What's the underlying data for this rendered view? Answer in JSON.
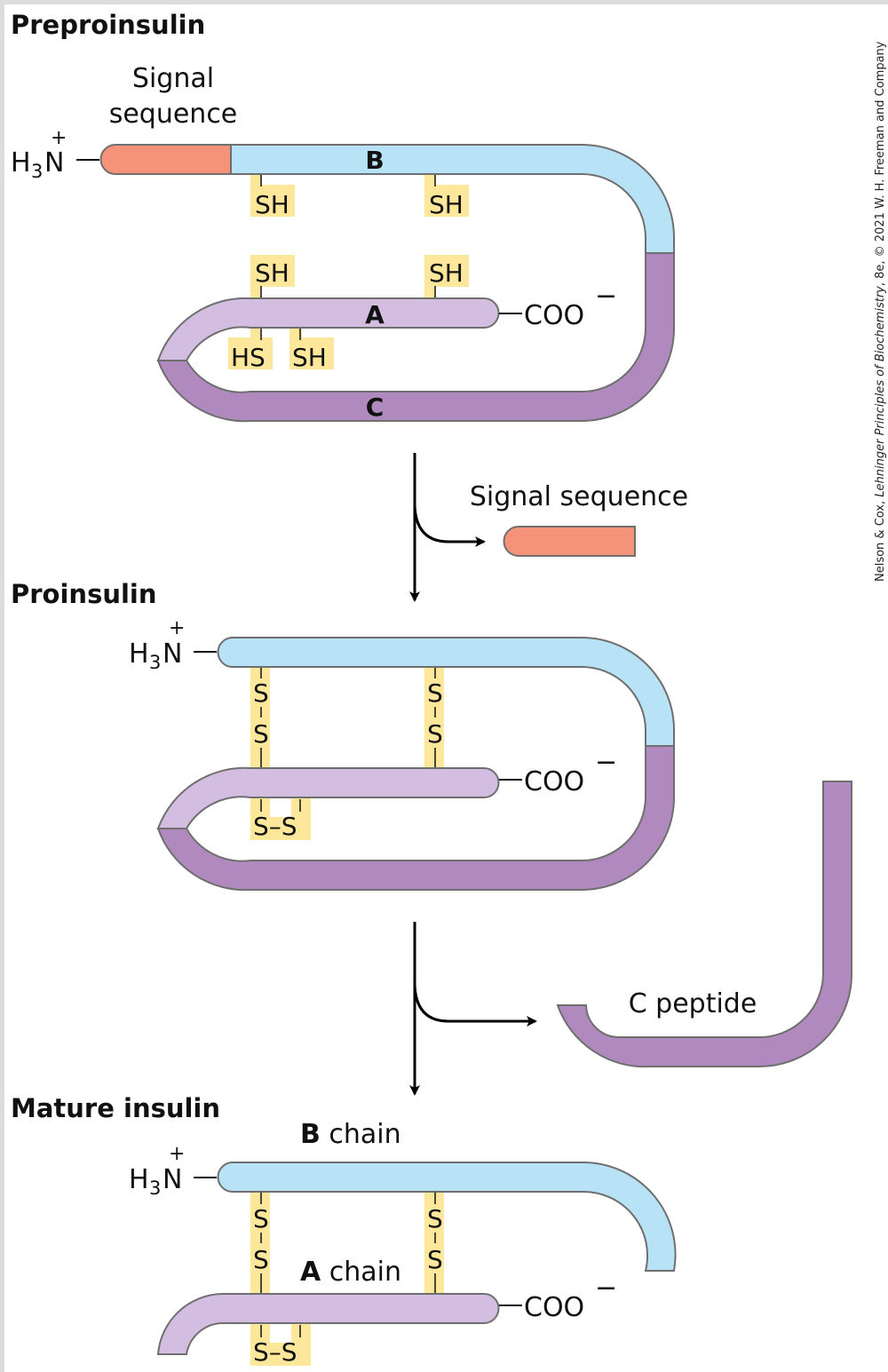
{
  "colors": {
    "signal": "#f4937a",
    "b_chain": "#b8e3f7",
    "a_chain": "#d3bde0",
    "c_peptide": "#b08abf",
    "sh_highlight": "#fde79b",
    "outline": "#6f6f6f",
    "arrow": "#000000"
  },
  "stages": {
    "preproinsulin": {
      "title": "Preproinsulin",
      "signal_label_line1": "Signal",
      "signal_label_line2": "sequence",
      "n_terminus": {
        "main": "H",
        "sub": "3",
        "atom": "N",
        "charge": "+",
        "bond": "—"
      },
      "c_terminus": {
        "bond": "—",
        "text": "COO",
        "charge": "−"
      },
      "chain_b": "B",
      "chain_a": "A",
      "chain_c": "C",
      "sh_groups": [
        "SH",
        "SH",
        "SH",
        "SH",
        "HS",
        "SH"
      ]
    },
    "step1": {
      "released_label": "Signal sequence"
    },
    "proinsulin": {
      "title": "Proinsulin",
      "n_terminus": {
        "main": "H",
        "sub": "3",
        "atom": "N",
        "charge": "+",
        "bond": "—"
      },
      "c_terminus": {
        "bond": "—",
        "text": "COO",
        "charge": "−"
      },
      "disulfides": [
        "S",
        "S",
        "S",
        "S",
        "S–S"
      ]
    },
    "step2": {
      "released_label": "C peptide"
    },
    "mature": {
      "title": "Mature insulin",
      "b_chain_bold": "B",
      "b_chain_rest": " chain",
      "a_chain_bold": "A",
      "a_chain_rest": " chain",
      "n_terminus": {
        "main": "H",
        "sub": "3",
        "atom": "N",
        "charge": "+",
        "bond": "—"
      },
      "c_terminus": {
        "bond": "—",
        "text": "COO",
        "charge": "−"
      },
      "disulfides": [
        "S",
        "S",
        "S",
        "S",
        "S–S"
      ]
    }
  },
  "credit": {
    "authors": "Nelson & Cox, ",
    "book": "Lehninger Principles of Biochemistry",
    "edition": ", 8e, © 2021 W. H. Freeman and Company"
  }
}
